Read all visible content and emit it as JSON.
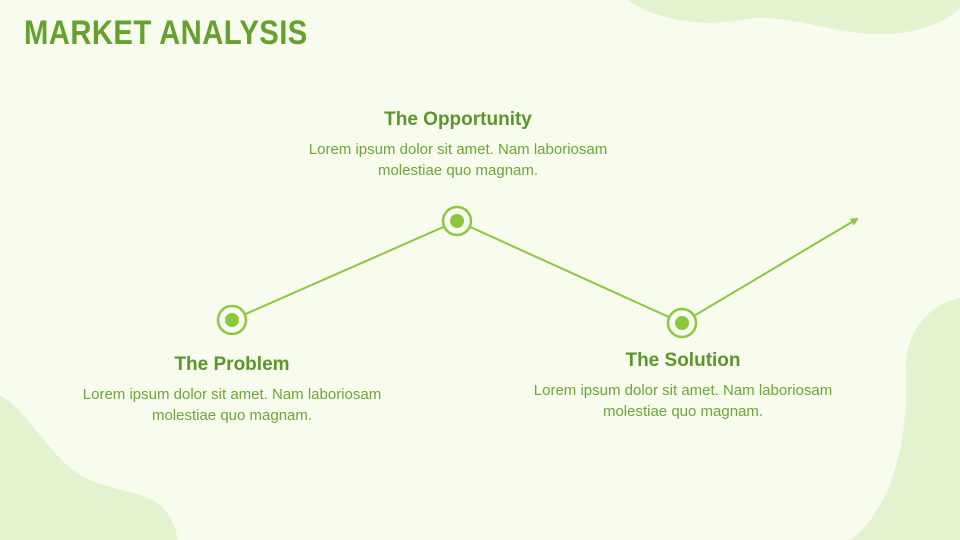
{
  "title": "MARKET ANALYSIS",
  "colors": {
    "accent": "#8dc63f",
    "heading": "#5a9628",
    "body_text": "#6ea535",
    "background": "#f7fcef",
    "blob": "#e3f2cf"
  },
  "milestones": [
    {
      "heading": "The Problem",
      "text": "Lorem ipsum dolor sit amet. Nam laboriosam molestiae quo magnam."
    },
    {
      "heading": "The Opportunity",
      "text": "Lorem ipsum dolor sit amet. Nam laboriosam molestiae quo magnam."
    },
    {
      "heading": "The Solution",
      "text": "Lorem ipsum dolor sit amet. Nam laboriosam molestiae quo magnam."
    }
  ]
}
